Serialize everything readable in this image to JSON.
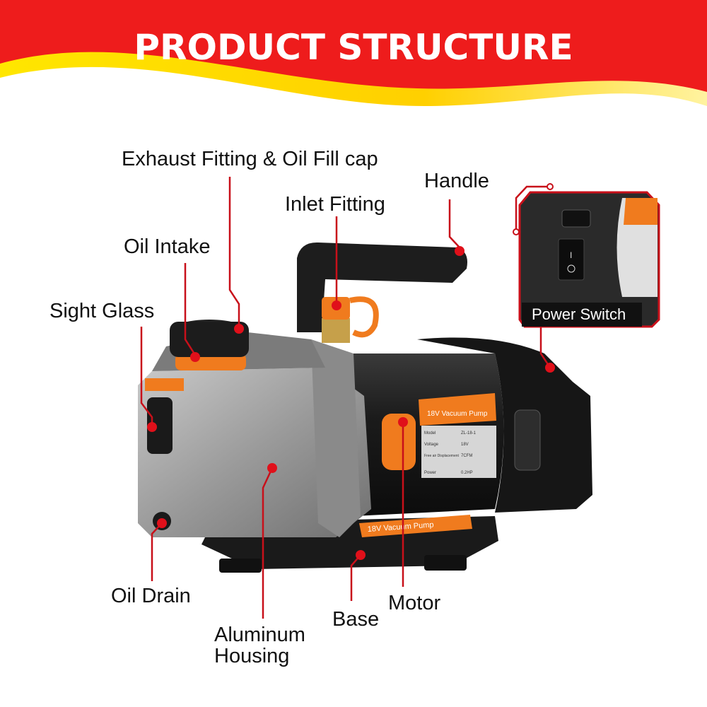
{
  "title": "PRODUCT STRUCTURE",
  "colors": {
    "banner_red": "#ee1c1c",
    "banner_yellow": "#ffe600",
    "leader_red": "#c8101a",
    "accent_orange": "#f07b1e"
  },
  "labels": {
    "exhaust": "Exhaust Fitting & Oil Fill cap",
    "handle": "Handle",
    "inlet": "Inlet Fitting",
    "oil_intake": "Oil Intake",
    "sight_glass": "Sight Glass",
    "oil_drain": "Oil Drain",
    "housing_line1": "Aluminum",
    "housing_line2": "Housing",
    "base": "Base",
    "motor": "Motor",
    "power_switch": "Power Switch"
  },
  "product_plate": {
    "heading": "18V Vacuum Pump",
    "rows": [
      {
        "key": "Model",
        "value": "ZL-18-1"
      },
      {
        "key": "Voltage",
        "value": "18V"
      },
      {
        "key": "Free air Displacement",
        "value": "7CFM"
      },
      {
        "key": "Power",
        "value": "0.2HP"
      }
    ],
    "base_label": "18V Vacuum Pump"
  }
}
